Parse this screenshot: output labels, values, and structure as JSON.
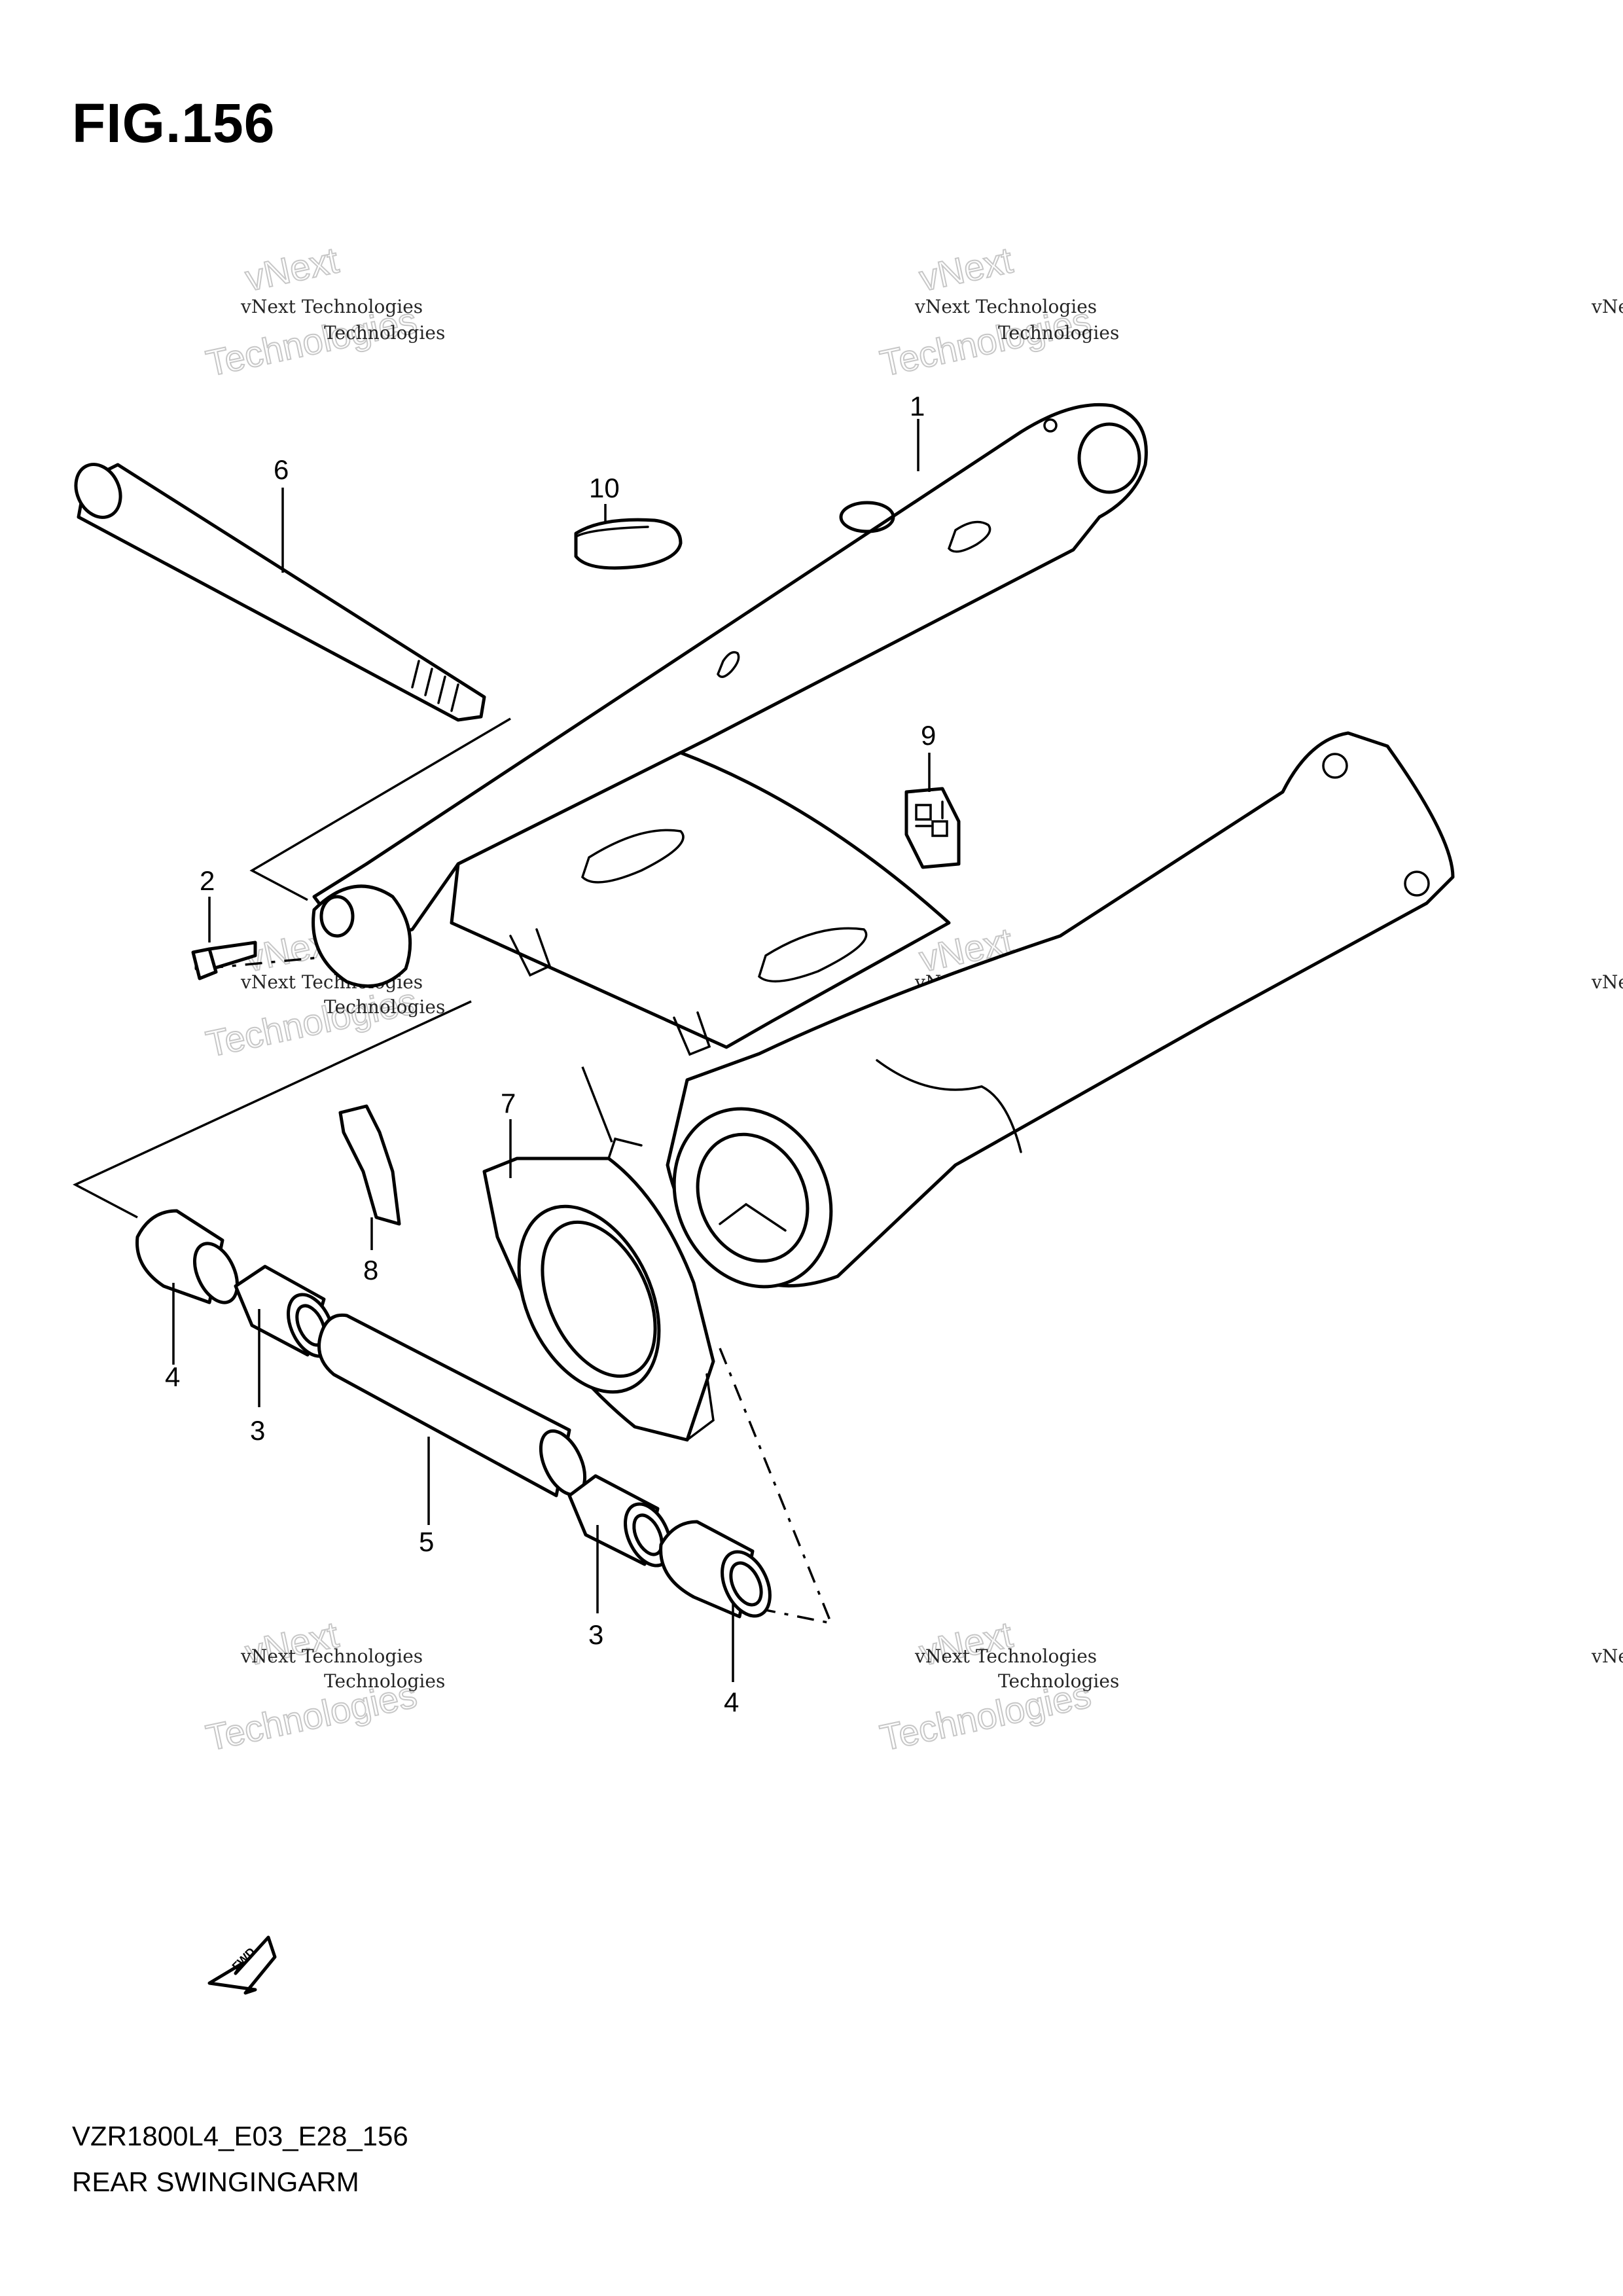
{
  "figure": {
    "title": "FIG.156",
    "model_code": "VZR1800L4_E03_E28_156",
    "section_name": "REAR SWINGINGARM"
  },
  "watermark": {
    "line_small": "vNext Technologies",
    "line_big_a": "vNext",
    "line_big_b": "Technologies"
  },
  "callouts": [
    {
      "id": "c1",
      "label": "1"
    },
    {
      "id": "c2",
      "label": "2"
    },
    {
      "id": "c3a",
      "label": "3"
    },
    {
      "id": "c3b",
      "label": "3"
    },
    {
      "id": "c4a",
      "label": "4"
    },
    {
      "id": "c4b",
      "label": "4"
    },
    {
      "id": "c5",
      "label": "5"
    },
    {
      "id": "c6",
      "label": "6"
    },
    {
      "id": "c7",
      "label": "7"
    },
    {
      "id": "c8",
      "label": "8"
    },
    {
      "id": "c9",
      "label": "9"
    },
    {
      "id": "c10",
      "label": "10"
    }
  ],
  "fwd_icon": {
    "label": "FWD"
  }
}
